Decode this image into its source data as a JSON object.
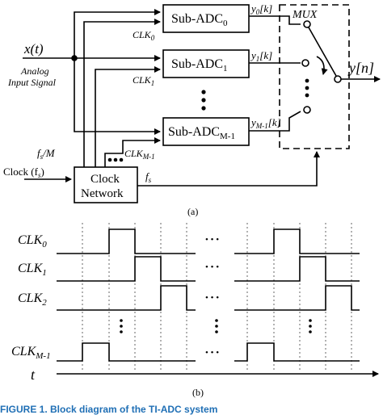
{
  "part_a": {
    "input_signal": "x(t)",
    "analog_label_1": "Analog",
    "analog_label_2": "Input Signal",
    "clock_input": "Clock (f",
    "clock_input_sub": "s",
    "clock_input_close": ")",
    "clock_network_1": "Clock",
    "clock_network_2": "Network",
    "fs_over_m": "f",
    "fs_over_m_sub": "s",
    "fs_over_m_tail": "/M",
    "fs": "f",
    "fs_sub": "s",
    "dots_h": "•••",
    "dots_v": "•",
    "mux_label": "MUX",
    "output_label": "y[n]",
    "adcs": [
      {
        "name": "Sub-ADC",
        "sub": "0",
        "clk": "CLK",
        "clk_sub": "0",
        "out": "y",
        "out_sub": "0",
        "out_tail": "[k]"
      },
      {
        "name": "Sub-ADC",
        "sub": "1",
        "clk": "CLK",
        "clk_sub": "1",
        "out": "y",
        "out_sub": "1",
        "out_tail": "[k]"
      },
      {
        "name": "Sub-ADC",
        "sub": "M-1",
        "clk": "CLK",
        "clk_sub": "M-1",
        "out": "y",
        "out_sub": "M-1",
        "out_tail": "[k]"
      }
    ],
    "caption": "(a)"
  },
  "part_b": {
    "signals": [
      {
        "label": "CLK",
        "sub": "0"
      },
      {
        "label": "CLK",
        "sub": "1"
      },
      {
        "label": "CLK",
        "sub": "2"
      },
      {
        "label": "CLK",
        "sub": "M-1"
      }
    ],
    "time_label": "t",
    "ellipsis": "• • •",
    "caption": "(b)"
  },
  "figure_caption": "FIGURE 1.  Block diagram of the TI-ADC system"
}
